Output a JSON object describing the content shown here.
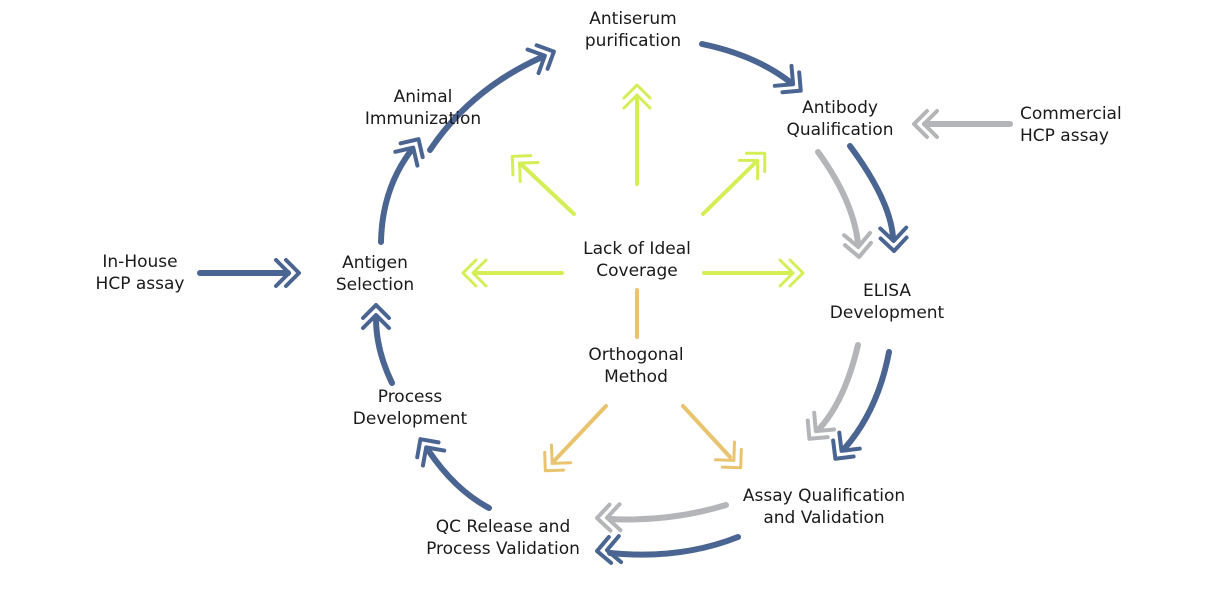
{
  "colors": {
    "blue": "#4a6591",
    "gray": "#b4b5b8",
    "green": "#d4ee55",
    "gold": "#e8c46f"
  },
  "nodes": {
    "antiserum_purification": [
      "Antiserum",
      "purification"
    ],
    "animal_immunization": [
      "Animal",
      "Immunization"
    ],
    "antibody_qualification": [
      "Antibody",
      "Qualification"
    ],
    "commercial_hcp_assay": [
      "Commercial",
      "HCP assay"
    ],
    "in_house_hcp_assay": [
      "In-House",
      "HCP assay"
    ],
    "antigen_selection": [
      "Antigen",
      "Selection"
    ],
    "lack_of_ideal_coverage": [
      "Lack of Ideal",
      "Coverage"
    ],
    "elisa_development": [
      "ELISA",
      "Development"
    ],
    "orthogonal_method": [
      "Orthogonal",
      "Method"
    ],
    "process_development": [
      "Process",
      "Development"
    ],
    "qc_release": [
      "QC Release and",
      "Process Validation"
    ],
    "assay_qualification": [
      "Assay Qualification",
      "and Validation"
    ]
  }
}
